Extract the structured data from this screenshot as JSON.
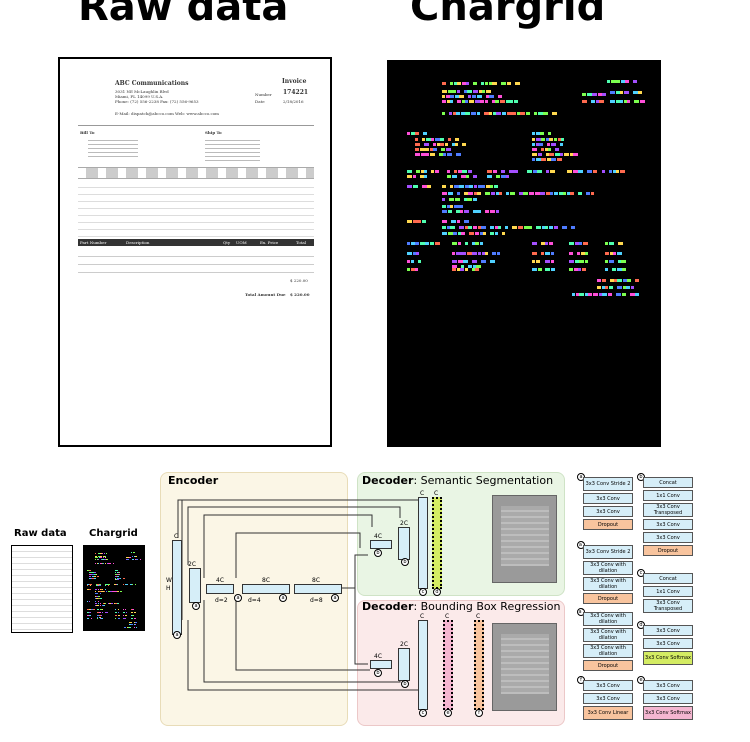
{
  "titles": {
    "raw": "Raw data",
    "chargrid": "Chargrid"
  },
  "invoice": {
    "company": "ABC Communications",
    "heading": "Invoice",
    "number_label": "Number",
    "number": "174221",
    "date_label": "Date",
    "date": "2/18/2016",
    "address1": "3031 NE McLaughlin Blvd",
    "address2": "Miami, FL 14099 U.S.A.",
    "phone": "Phone: (72) 556-2238  Fax: (72) 556-9653",
    "email": "E-Mail: dispatch@abcco.com  Web: www.abcco.com",
    "billto": "Bill To",
    "shipto": "Ship To",
    "table_headers": [
      "Part Number",
      "Description",
      "Qty",
      "UOM",
      "Ex. Price",
      "Total"
    ],
    "subtotal": "$ 220.00",
    "total_label": "Total Amount Due",
    "total": "$ 220.00"
  },
  "diagram": {
    "small_raw": "Raw data",
    "small_chargrid": "Chargrid",
    "encoder": "Encoder",
    "dec_seg_bold": "Decoder",
    "dec_seg_rest": ": Semantic Segmentation",
    "dec_box_bold": "Decoder",
    "dec_box_rest": ": Bounding Box Regression",
    "c": "C",
    "c2": "2C",
    "c4": "4C",
    "c8": "8C",
    "h": "H",
    "w": "W",
    "d2": "d=2",
    "d4": "d=4",
    "d8": "d=8"
  },
  "legend": {
    "a": [
      "3x3 Conv Stride 2",
      "3x3 Conv",
      "3x3 Conv",
      "Dropout"
    ],
    "a2": [
      "3x3 Conv Stride 2",
      "3x3 Conv with dilation",
      "3x3 Conv with dilation",
      "Dropout"
    ],
    "a3": [
      "3x3 Conv with dilation",
      "3x3 Conv with dilation",
      "3x3 Conv with dilation",
      "Dropout"
    ],
    "f": [
      "3x3 Conv",
      "3x3 Conv",
      "3x3 Conv Linear"
    ],
    "b": [
      "Concat",
      "1x1 Conv",
      "3x3 Conv Transposed",
      "3x3 Conv",
      "3x3 Conv",
      "Dropout"
    ],
    "c": [
      "Concat",
      "1x1 Conv",
      "3x3 Conv Transposed"
    ],
    "d": [
      "3x3 Conv",
      "3x3 Conv",
      "3x3 Conv Softmax"
    ],
    "e": [
      "3x3 Conv",
      "3x3 Conv",
      "3x3 Conv Softmax"
    ],
    "keys": [
      "a",
      "a'",
      "a''",
      "f",
      "b",
      "c",
      "d",
      "e"
    ]
  },
  "colors": {
    "encoder": "#fbf6e6",
    "seg": "#e9f5e4",
    "box": "#fbeaea",
    "blue": "#d6eef8",
    "green": "#d4ec63",
    "orange": "#f3c080",
    "pink": "#f4b6d0",
    "peach": "#f8c49e"
  }
}
